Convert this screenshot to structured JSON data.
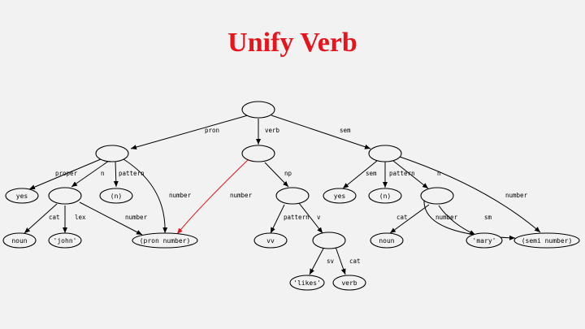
{
  "title": "Unify Verb",
  "colors": {
    "title": "#e8141c",
    "highlight": "#e8141c",
    "background": "#f2f2f2"
  },
  "nodes": {
    "root": "",
    "subj": "",
    "verb": "",
    "obj": "",
    "s_yes": "yes",
    "s_np": "",
    "s_n1": "(n)",
    "v_np": "",
    "o_yes": "yes",
    "o_n": "(n)",
    "o_np": "",
    "s_noun": "noun",
    "s_john": "'john'",
    "pron": "(pron number)",
    "vv": "vv",
    "v_inner": "",
    "o_noun": "noun",
    "mary": "'mary'",
    "sem": "(semi number)",
    "likes": "'likes'",
    "verb_cat": "verb"
  },
  "edges": {
    "root_subj": "pron",
    "root_verb": "verb",
    "root_obj": "sem",
    "subj_yes": "proper",
    "subj_np": "n",
    "subj_n1": "pattern",
    "subj_pron": "number",
    "verb_vnp": "np",
    "verb_vv": "number",
    "obj_yes": "sem",
    "obj_n": "pattern",
    "obj_np": "n",
    "obj_sem": "number",
    "snp_noun": "cat",
    "snp_john": "lex",
    "snp_pron": "number",
    "vnp_vv": "pattern",
    "vnp_inner": "v",
    "onp_noun": "cat",
    "onp_mary": "number",
    "onp_sem": "sm",
    "inner_likes": "sv",
    "inner_verb": "cat"
  }
}
